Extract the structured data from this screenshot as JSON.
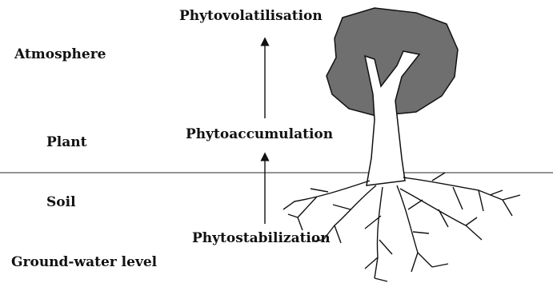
{
  "zones": {
    "atmosphere": "Atmosphere",
    "plant": "Plant",
    "soil": "Soil",
    "groundwater": "Ground-water level"
  },
  "processes": {
    "volatilisation": "Phytovolatilisation",
    "accumulation": "Phytoaccumulation",
    "stabilization": "Phytostabilization"
  },
  "colors": {
    "ink": "#111111",
    "canopy": "#6f6f6f",
    "ground_line": "#555555"
  }
}
